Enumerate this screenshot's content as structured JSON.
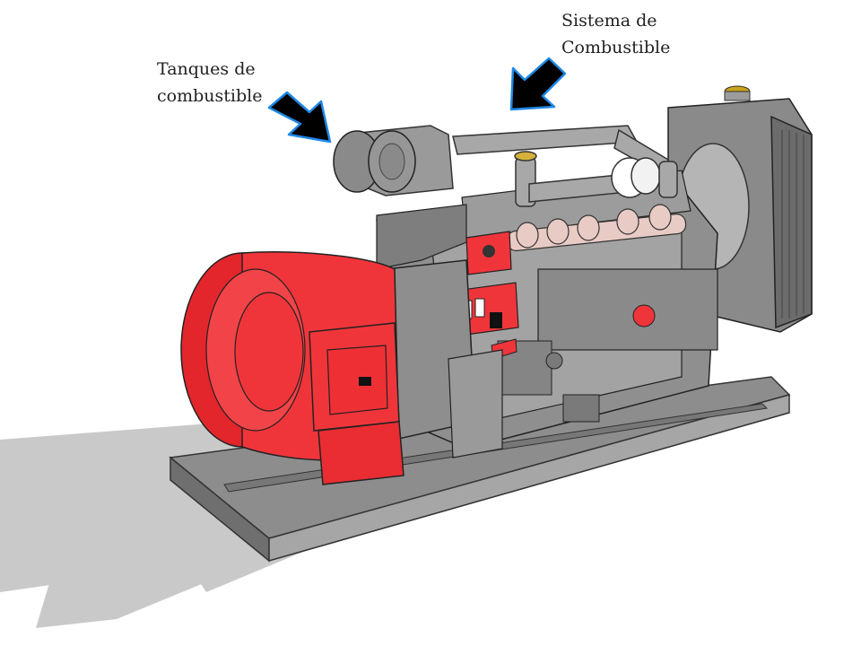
{
  "callouts": {
    "fuel_tanks": {
      "line1": "Tanques de",
      "line2": "combustible"
    },
    "fuel_system": {
      "line1": "Sistema de",
      "line2": "Combustible"
    }
  },
  "colors": {
    "arrow_fill": "#000000",
    "arrow_outline": "#1e88e5",
    "generator_red": "#f0353a",
    "engine_gray": "#9a9a9a",
    "shadow_gray": "#c8c8c8",
    "pipe_pink": "#e8c9c4"
  },
  "icons": {
    "arrow_left": "down-right-arrow-icon",
    "arrow_right": "down-left-arrow-icon"
  }
}
